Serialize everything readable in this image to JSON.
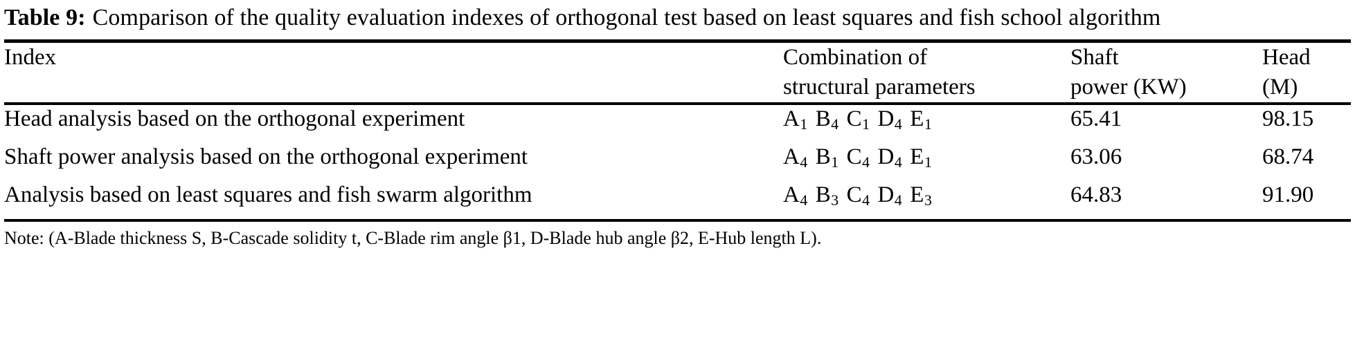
{
  "caption": {
    "label": "Table 9:",
    "text": "Comparison of the quality evaluation indexes of orthogonal test based on least squares and fish school algorithm"
  },
  "table": {
    "headers": {
      "index": {
        "line1": "Index",
        "line2": ""
      },
      "combination": {
        "line1": "Combination of",
        "line2": "structural parameters"
      },
      "shaft_power": {
        "line1": "Shaft",
        "line2": "power (KW)"
      },
      "head": {
        "line1": "Head",
        "line2": "(M)"
      }
    },
    "rows": [
      {
        "index": "Head analysis based on the orthogonal experiment",
        "combination": [
          {
            "letter": "A",
            "sub": "1"
          },
          {
            "letter": "B",
            "sub": "4"
          },
          {
            "letter": "C",
            "sub": "1"
          },
          {
            "letter": "D",
            "sub": "4"
          },
          {
            "letter": "E",
            "sub": "1"
          }
        ],
        "shaft_power": "65.41",
        "head": "98.15"
      },
      {
        "index": "Shaft power analysis based on the orthogonal experiment",
        "combination": [
          {
            "letter": "A",
            "sub": "4"
          },
          {
            "letter": "B",
            "sub": "1"
          },
          {
            "letter": "C",
            "sub": "4"
          },
          {
            "letter": "D",
            "sub": "4"
          },
          {
            "letter": "E",
            "sub": "1"
          }
        ],
        "shaft_power": "63.06",
        "head": "68.74"
      },
      {
        "index": "Analysis based on least squares and fish swarm algorithm",
        "combination": [
          {
            "letter": "A",
            "sub": "4"
          },
          {
            "letter": "B",
            "sub": "3"
          },
          {
            "letter": "C",
            "sub": "4"
          },
          {
            "letter": "D",
            "sub": "4"
          },
          {
            "letter": "E",
            "sub": "3"
          }
        ],
        "shaft_power": "64.83",
        "head": "91.90"
      }
    ]
  },
  "note": "Note: (A-Blade thickness S, B-Cascade solidity t, C-Blade rim angle β1, D-Blade hub angle β2, E-Hub length L)."
}
